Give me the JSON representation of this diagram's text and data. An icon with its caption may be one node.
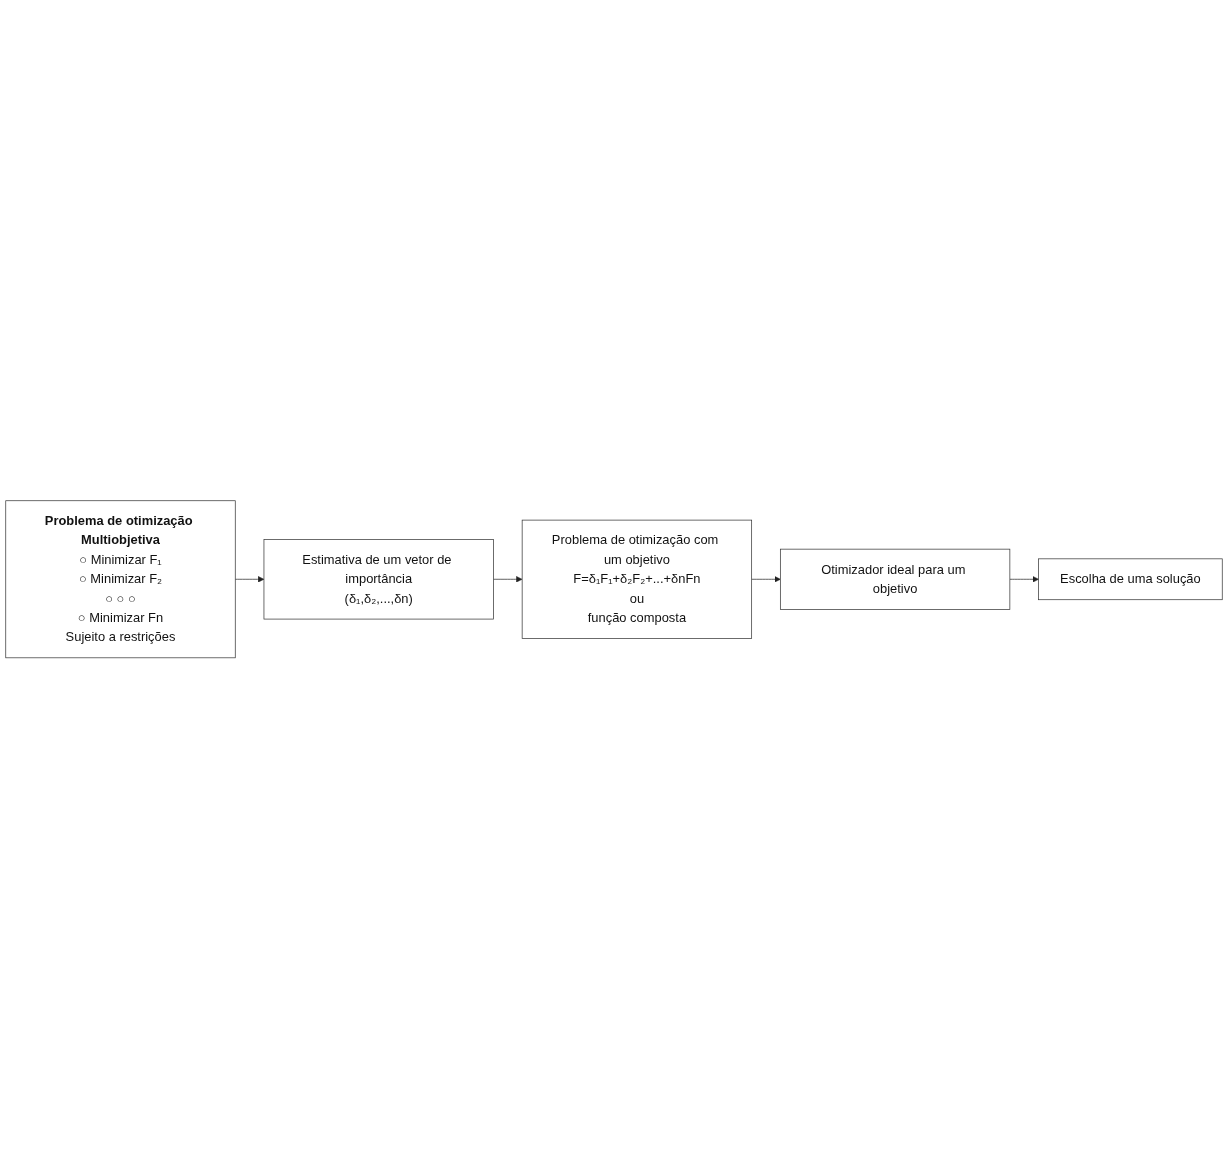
{
  "diagram": {
    "nodes": [
      {
        "text": [
          "Problema de otimização Multiobjetiva",
          "○ Minimizar F₁",
          "○ Minimizar F₂",
          "○ ○ ○",
          "○ Minimizar Fn",
          "Sujeito a restrições"
        ]
      },
      {
        "text": [
          "Estimativa de um vetor de importância",
          "(δ₁,δ₂,...,δn)"
        ]
      },
      {
        "text": [
          "Problema de otimização com um objetivo",
          "F=δ₁F₁+δ₂F₂+...+δnFn",
          "ou",
          "função composta"
        ]
      },
      {
        "text": [
          "Otimizador ideal para um objetivo"
        ]
      },
      {
        "text": [
          "Escolha de uma solução"
        ]
      }
    ],
    "edges": [
      {
        "from": 0,
        "to": 1,
        "arrow": "to"
      },
      {
        "from": 1,
        "to": 2,
        "arrow": "to"
      },
      {
        "from": 2,
        "to": 3,
        "arrow": "to"
      },
      {
        "from": 3,
        "to": 4,
        "arrow": "to"
      }
    ]
  }
}
